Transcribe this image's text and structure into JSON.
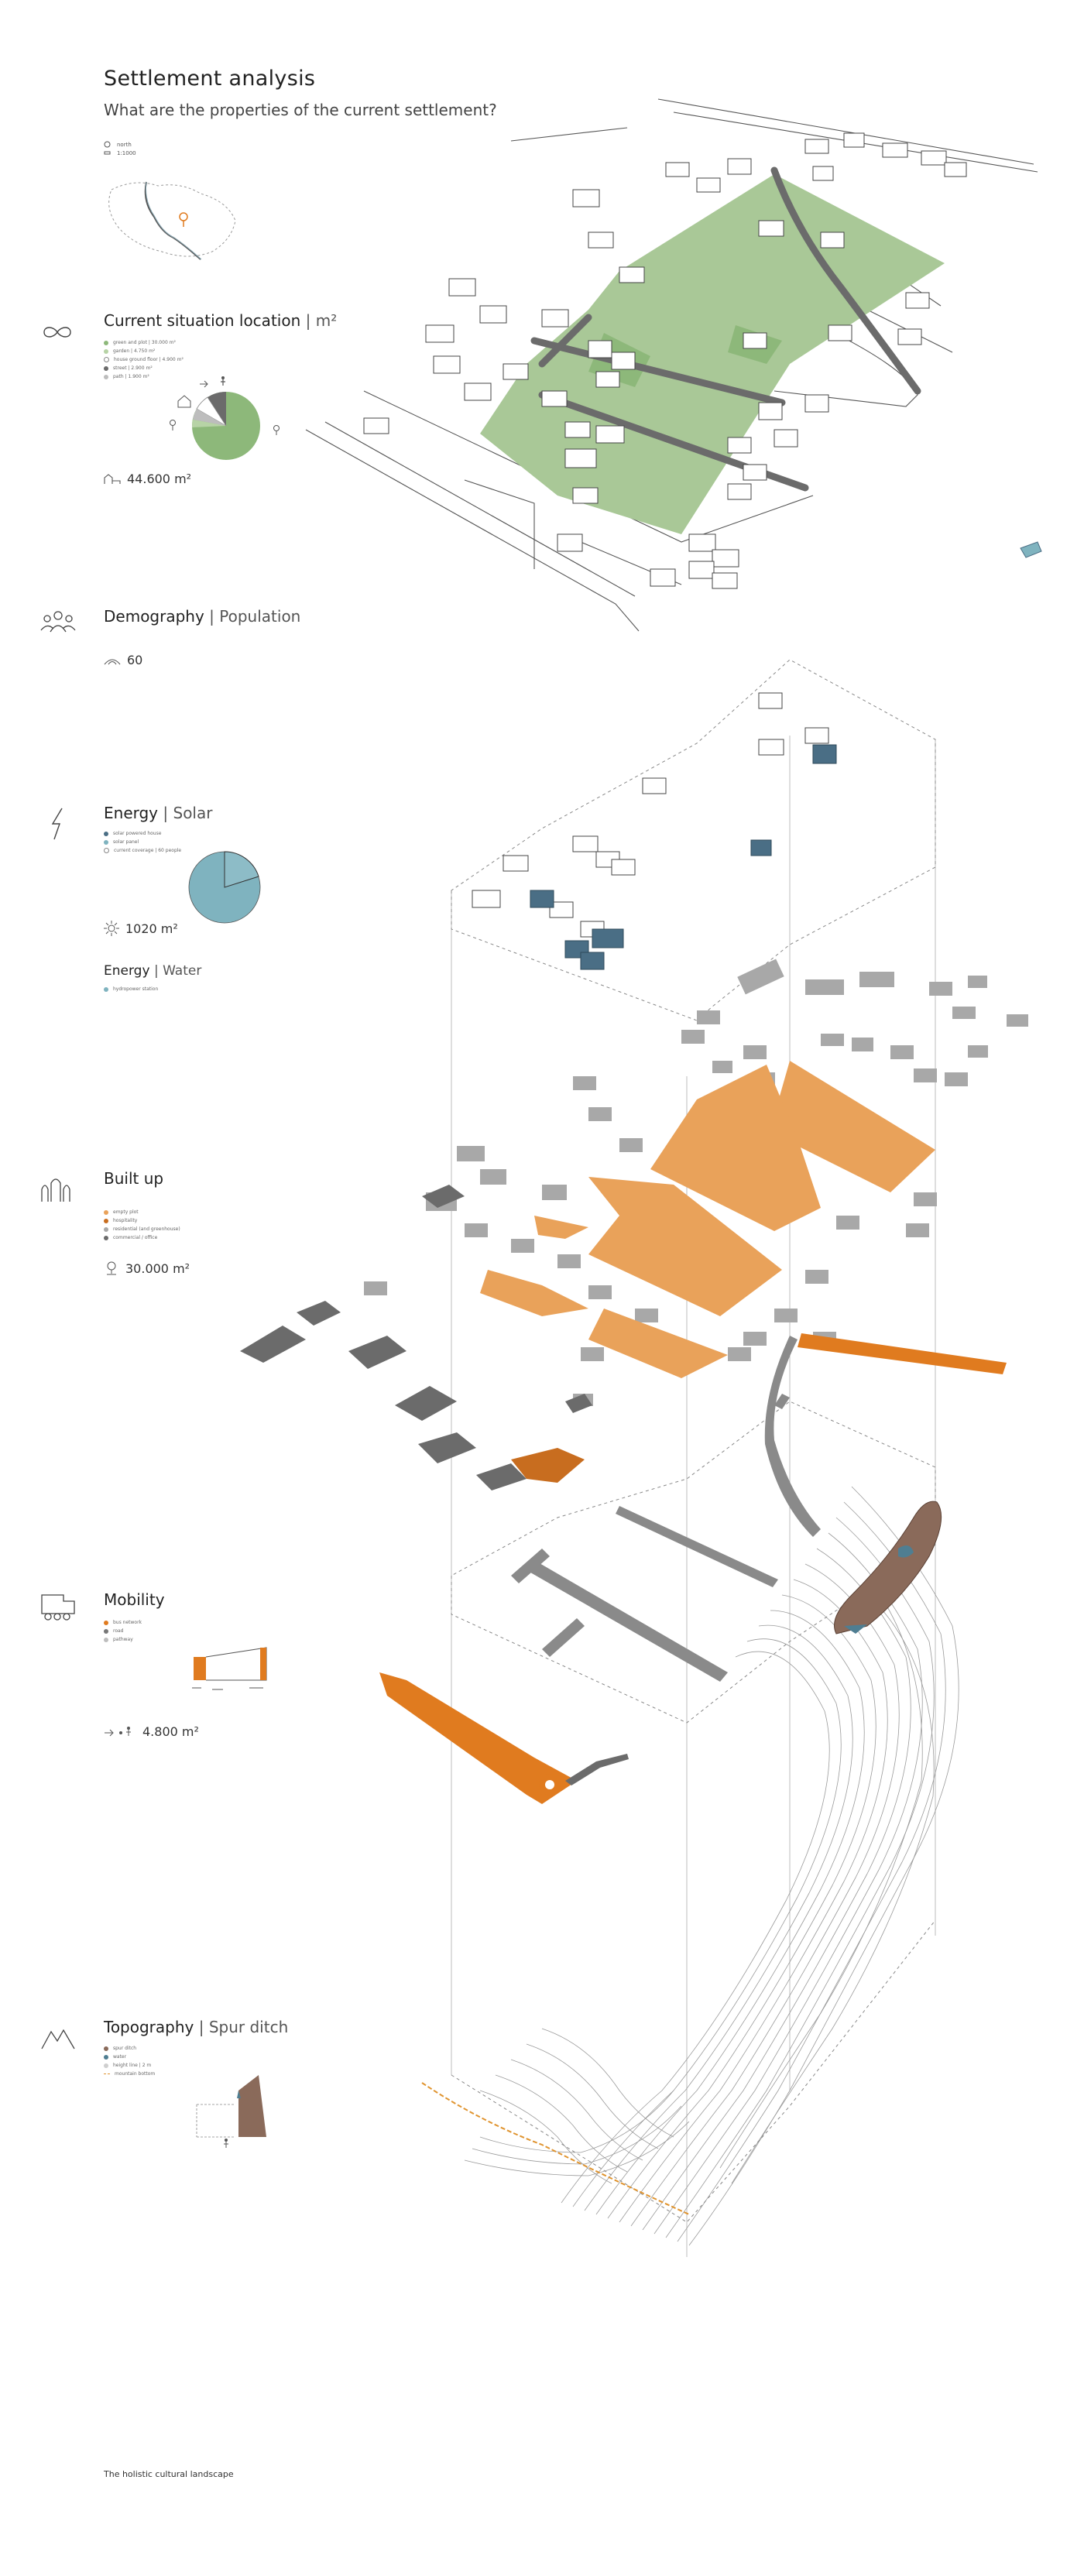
{
  "header": {
    "title": "Settlement analysis",
    "subtitle": "What are the properties of the current settlement?"
  },
  "locator": {
    "north_label": "north",
    "scale_label": "1:1000"
  },
  "sections": {
    "location": {
      "title": "Current situation location",
      "unit": "m²",
      "legend": [
        {
          "label": "green and plot | 30.000 m²",
          "color": "#8db87a"
        },
        {
          "label": "garden | 4.750 m²",
          "color": "#b7d3a6"
        },
        {
          "label": "house ground floor | 4.900 m²",
          "color": "#ffffff"
        },
        {
          "label": "street | 2.900 m²",
          "color": "#6b6b6b"
        },
        {
          "label": "path | 1.900 m²",
          "color": "#bdbdbd"
        }
      ],
      "stat": "44.600 m²"
    },
    "demography": {
      "title": "Demography",
      "subtitle": "Population",
      "stat": "60"
    },
    "solar": {
      "title": "Energy",
      "subtitle": "Solar",
      "legend": [
        {
          "label": "solar powered house",
          "color": "#4a6e85"
        },
        {
          "label": "solar panel",
          "color": "#7fb3bf"
        },
        {
          "label": "current coverage | 60 people",
          "color": "#ffffff"
        }
      ],
      "stat": "1020 m²"
    },
    "water": {
      "title": "Energy",
      "subtitle": "Water",
      "legend": [
        {
          "label": "hydropower station",
          "color": "#7fb3bf"
        }
      ]
    },
    "builtup": {
      "title": "Built up",
      "legend": [
        {
          "label": "empty plot",
          "color": "#e9a25a"
        },
        {
          "label": "hospitality",
          "color": "#c86d1f"
        },
        {
          "label": "residential (and greenhouse)",
          "color": "#a8a8a8"
        },
        {
          "label": "commercial / office",
          "color": "#6b6b6b"
        }
      ],
      "stat": "30.000 m²"
    },
    "mobility": {
      "title": "Mobility",
      "legend": [
        {
          "label": "bus network",
          "color": "#e07b1f"
        },
        {
          "label": "road",
          "color": "#777777"
        },
        {
          "label": "pathway",
          "color": "#bdbdbd"
        }
      ],
      "stat": "4.800 m²"
    },
    "topography": {
      "title": "Topography",
      "subtitle": "Spur ditch",
      "legend": [
        {
          "label": "spur ditch",
          "color": "#8a6a5a"
        },
        {
          "label": "water",
          "color": "#4f7e92"
        },
        {
          "label": "height line | 2 m",
          "color": "#cfcfcf"
        },
        {
          "label": "mountain bottom",
          "color": "#e0942f"
        }
      ]
    }
  },
  "footer": {
    "text": "The holistic cultural landscape"
  },
  "colors": {
    "green": "#8db87a",
    "green_light": "#a9c897",
    "orange": "#e9a25a",
    "orange_dark": "#c86d1f",
    "blue": "#4a6e85",
    "teal": "#7fb3bf",
    "dark_gray": "#6b6b6b",
    "mid_gray": "#a8a8a8",
    "brown": "#8a6a5a"
  }
}
